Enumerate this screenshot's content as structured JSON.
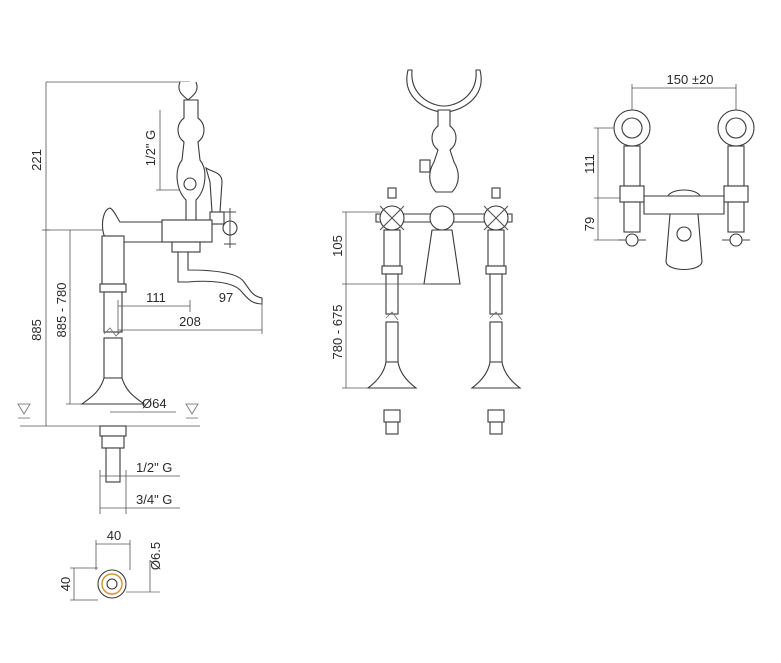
{
  "dimensions": {
    "side_view": {
      "top_height": "221",
      "inlet_thread": "1/2\" G",
      "total_height": "885",
      "height_range": "885 - 780",
      "spout_offset": "111",
      "spout_tip": "97",
      "spout_reach": "208",
      "base_diameter": "Ø64",
      "shank_thread_1": "1/2\" G",
      "shank_thread_2": "3/4\" G"
    },
    "front_view": {
      "body_height": "105",
      "leg_range": "780 - 675"
    },
    "top_view": {
      "centres": "150 ±20",
      "upper_height": "111",
      "lower_height": "79"
    },
    "plan_view": {
      "width": "40",
      "depth": "40",
      "hole_diameter": "Ø6.5"
    }
  },
  "colors": {
    "line": "#4a4a4a",
    "accent_ring": "#d4922a"
  }
}
